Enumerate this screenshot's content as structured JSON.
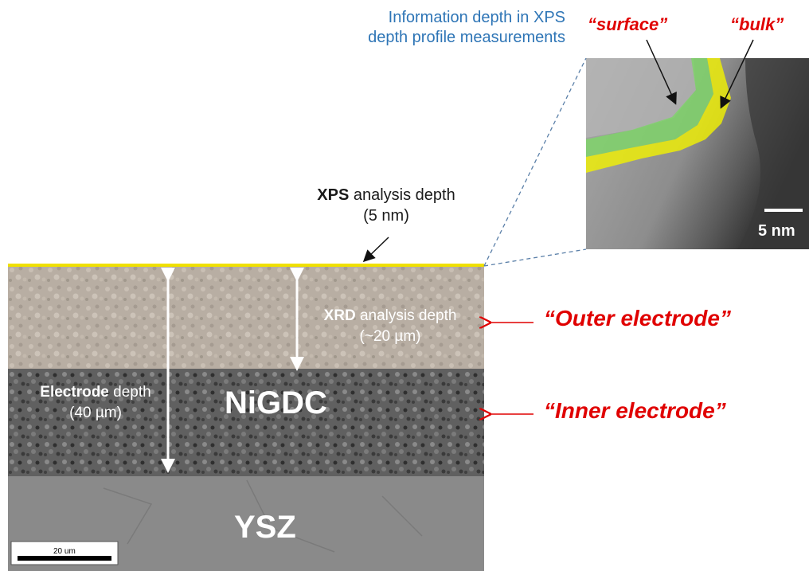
{
  "tem_inset": {
    "title_line1": "Information depth in XPS",
    "title_line2": "depth profile measurements",
    "surface_label": "“surface”",
    "bulk_label": "“bulk”",
    "scale_bar_label": "5 nm"
  },
  "xps": {
    "strong": "XPS",
    "rest": " analysis depth",
    "value": "(5 nm)"
  },
  "xrd": {
    "strong": "XRD",
    "rest": " analysis depth",
    "value": "(~20 µm)"
  },
  "electrode": {
    "strong": "Electrode",
    "rest": " depth",
    "value": "(40 µm)"
  },
  "layers": {
    "nigdc": "NiGDC",
    "ysz": "YSZ"
  },
  "regions": {
    "outer": "“Outer electrode”",
    "inner": "“Inner electrode”"
  },
  "sem_scale_bar_label": "20 um",
  "colors": {
    "title_blue": "#2e75b6",
    "annotation_red": "#e00000",
    "surface_green": "#7fd36a",
    "bulk_yellow": "#f2f200",
    "xps_surface_line": "#f0e000"
  }
}
